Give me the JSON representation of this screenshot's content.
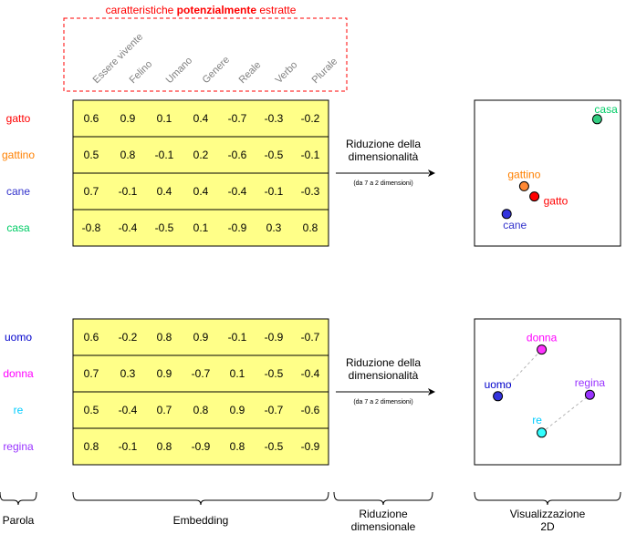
{
  "header": {
    "title_parts": [
      {
        "text": "caratteristiche ",
        "bold": false
      },
      {
        "text": "potenzialmente",
        "bold": true
      },
      {
        "text": " estratte",
        "bold": false
      }
    ],
    "features": [
      "Essere vivente",
      "Felino",
      "Umano",
      "Genere",
      "Reale",
      "Verbo",
      "Plurale"
    ]
  },
  "panels": [
    {
      "words": [
        {
          "label": "gatto",
          "color": "#ff0000",
          "values": [
            "0.6",
            "0.9",
            "0.1",
            "0.4",
            "-0.7",
            "-0.3",
            "-0.2"
          ]
        },
        {
          "label": "gattino",
          "color": "#ff8000",
          "values": [
            "0.5",
            "0.8",
            "-0.1",
            "0.2",
            "-0.6",
            "-0.5",
            "-0.1"
          ]
        },
        {
          "label": "cane",
          "color": "#3333cc",
          "values": [
            "0.7",
            "-0.1",
            "0.4",
            "0.4",
            "-0.4",
            "-0.1",
            "-0.3"
          ]
        },
        {
          "label": "casa",
          "color": "#00cc66",
          "values": [
            "-0.8",
            "-0.4",
            "-0.5",
            "0.1",
            "-0.9",
            "0.3",
            "0.8"
          ]
        }
      ],
      "reduction": {
        "label": "Riduzione della dimensionalità",
        "note": "(da 7 a 2 dimensioni)"
      },
      "points": [
        {
          "label": "casa",
          "color": "#33cc80",
          "text_color": "#00cc66",
          "x": 0.84,
          "y": 0.87,
          "label_pos": "above-right"
        },
        {
          "label": "gattino",
          "color": "#ff8833",
          "text_color": "#ff8000",
          "x": 0.34,
          "y": 0.41,
          "label_pos": "above"
        },
        {
          "label": "gatto",
          "color": "#ff0000",
          "text_color": "#ff0000",
          "x": 0.41,
          "y": 0.34,
          "label_pos": "right"
        },
        {
          "label": "cane",
          "color": "#3333dd",
          "text_color": "#3333cc",
          "x": 0.22,
          "y": 0.22,
          "label_pos": "below-right"
        }
      ],
      "links": []
    },
    {
      "words": [
        {
          "label": "uomo",
          "color": "#0000cc",
          "values": [
            "0.6",
            "-0.2",
            "0.8",
            "0.9",
            "-0.1",
            "-0.9",
            "-0.7"
          ]
        },
        {
          "label": "donna",
          "color": "#ff00ff",
          "values": [
            "0.7",
            "0.3",
            "0.9",
            "-0.7",
            "0.1",
            "-0.5",
            "-0.4"
          ]
        },
        {
          "label": "re",
          "color": "#00ccff",
          "values": [
            "0.5",
            "-0.4",
            "0.7",
            "0.8",
            "0.9",
            "-0.7",
            "-0.6"
          ]
        },
        {
          "label": "regina",
          "color": "#9933ff",
          "values": [
            "0.8",
            "-0.1",
            "0.8",
            "-0.9",
            "0.8",
            "-0.5",
            "-0.9"
          ]
        }
      ],
      "reduction": {
        "label": "Riduzione della dimensionalità",
        "note": "(da 7 a 2 dimensioni)"
      },
      "points": [
        {
          "label": "donna",
          "color": "#ff33ff",
          "text_color": "#ff00ff",
          "x": 0.46,
          "y": 0.79,
          "label_pos": "above"
        },
        {
          "label": "uomo",
          "color": "#3333dd",
          "text_color": "#0000cc",
          "x": 0.16,
          "y": 0.47,
          "label_pos": "above"
        },
        {
          "label": "regina",
          "color": "#9933ff",
          "text_color": "#9933ff",
          "x": 0.79,
          "y": 0.48,
          "label_pos": "above"
        },
        {
          "label": "re",
          "color": "#33ffff",
          "text_color": "#00ccff",
          "x": 0.46,
          "y": 0.22,
          "label_pos": "above-left"
        }
      ],
      "links": [
        [
          "uomo",
          "donna"
        ],
        [
          "re",
          "regina"
        ]
      ]
    }
  ],
  "footer": {
    "word": "Parola",
    "embedding": "Embedding",
    "reduction": [
      "Riduzione",
      "dimensionale"
    ],
    "visualization": [
      "Visualizzazione",
      "2D"
    ]
  }
}
